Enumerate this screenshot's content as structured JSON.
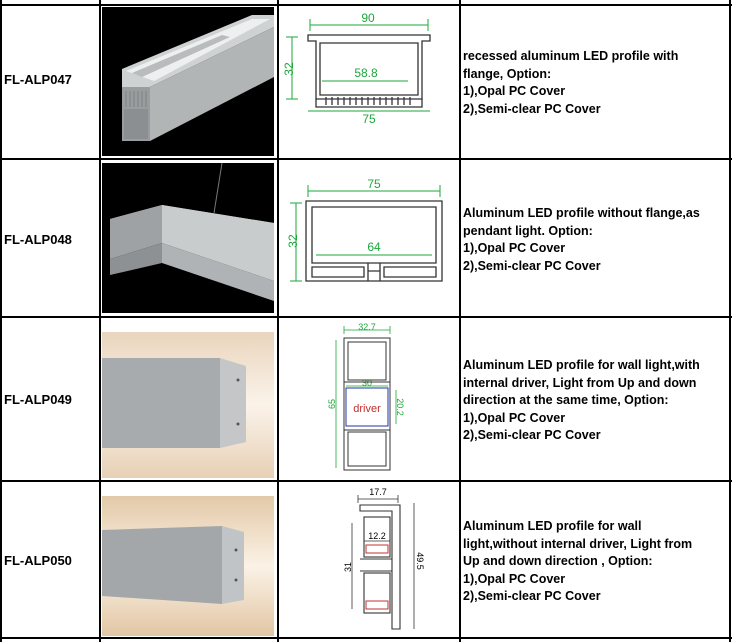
{
  "rows": [
    {
      "model": "FL-ALP047",
      "desc": [
        "recessed aluminum LED profile with",
        "flange, Option:",
        "1),Opal PC Cover",
        "2),Semi-clear PC Cover"
      ],
      "dims": {
        "width": "90",
        "height": "32",
        "inner": "58.8",
        "bottom": "75"
      }
    },
    {
      "model": "FL-ALP048",
      "desc": [
        "Aluminum LED profile without flange,as",
        "pendant light. Option:",
        "1),Opal PC Cover",
        "2),Semi-clear PC Cover"
      ],
      "dims": {
        "width": "75",
        "height": "32",
        "inner": "64"
      }
    },
    {
      "model": "FL-ALP049",
      "desc": [
        "Aluminum LED profile for wall light,with",
        "internal driver,  Light from Up and down",
        "direction at the same time, Option:",
        "1),Opal PC Cover",
        "2),Semi-clear PC Cover"
      ],
      "dims": {
        "width": "32.7",
        "height": "65",
        "inner_w": "30",
        "inner_h": "20.2",
        "label": "driver"
      }
    },
    {
      "model": "FL-ALP050",
      "desc": [
        "Aluminum LED profile for wall",
        "light,without internal driver,  Light from",
        "Up and down direction ,  Option:",
        "1),Opal PC Cover",
        "2),Semi-clear PC Cover"
      ],
      "dims": {
        "width": "17.7",
        "inner": "12.2",
        "height": "31",
        "total": "49.5"
      }
    }
  ],
  "colors": {
    "dimension": "#1aa83a",
    "grid": "#000000",
    "driver_text": "#c03030"
  }
}
